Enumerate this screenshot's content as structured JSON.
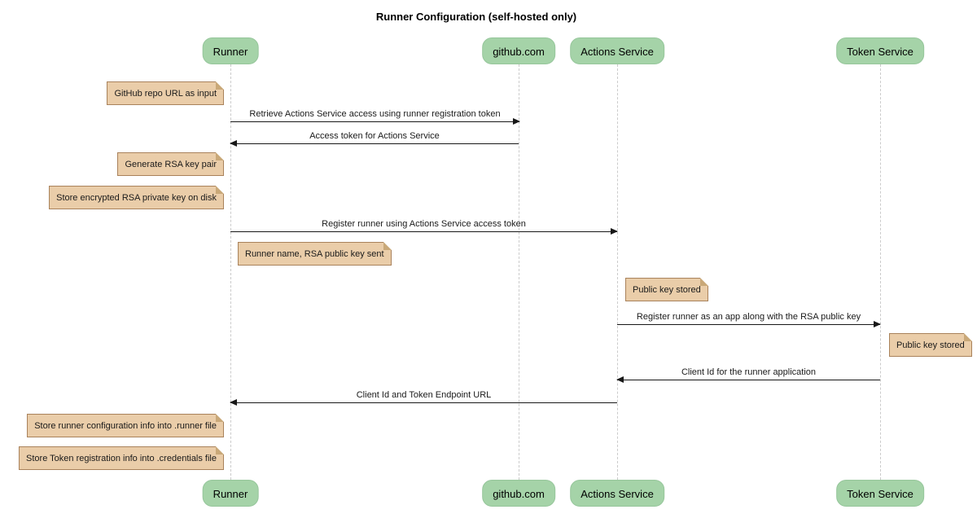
{
  "title": "Runner Configuration (self-hosted only)",
  "colors": {
    "background": "#FFFFFF",
    "participant_fill": "#A5D3A8",
    "participant_text": "#000000",
    "note_fill": "#EACDA9",
    "note_border": "#A9825B",
    "note_fold": "#C9A878",
    "lifeline": "#CBCBCB",
    "arrow": "#181818",
    "label_text": "#1A1A1A"
  },
  "participants": [
    {
      "label": "Runner"
    },
    {
      "label": "github.com"
    },
    {
      "label": "Actions Service"
    },
    {
      "label": "Token Service"
    }
  ],
  "messages": [
    {
      "from": "Runner",
      "to": "github.com",
      "direction": "right",
      "label": "Retrieve Actions Service access using runner registration token"
    },
    {
      "from": "github.com",
      "to": "Runner",
      "direction": "left",
      "label": "Access token for Actions Service"
    },
    {
      "from": "Runner",
      "to": "Actions Service",
      "direction": "right",
      "label": "Register runner using Actions Service access token"
    },
    {
      "from": "Actions Service",
      "to": "Token Service",
      "direction": "right",
      "label": "Register runner as an app along with the RSA public key"
    },
    {
      "from": "Token Service",
      "to": "Actions Service",
      "direction": "left",
      "label": "Client Id for the runner application"
    },
    {
      "from": "Actions Service",
      "to": "Runner",
      "direction": "left",
      "label": "Client Id and Token Endpoint URL"
    }
  ],
  "notes": [
    {
      "text": "GitHub repo URL as input",
      "attached_to": "Runner",
      "side": "left"
    },
    {
      "text": "Generate RSA key pair",
      "attached_to": "Runner",
      "side": "left"
    },
    {
      "text": "Store encrypted RSA private key on disk",
      "attached_to": "Runner",
      "side": "left"
    },
    {
      "text": "Runner name, RSA public key sent",
      "attached_to": "Runner",
      "side": "right"
    },
    {
      "text": "Public key stored",
      "attached_to": "Actions Service",
      "side": "right"
    },
    {
      "text": "Public key stored",
      "attached_to": "Token Service",
      "side": "right"
    },
    {
      "text": "Store runner configuration info into .runner file",
      "attached_to": "Runner",
      "side": "left"
    },
    {
      "text": "Store Token registration info into .credentials file",
      "attached_to": "Runner",
      "side": "left"
    }
  ]
}
